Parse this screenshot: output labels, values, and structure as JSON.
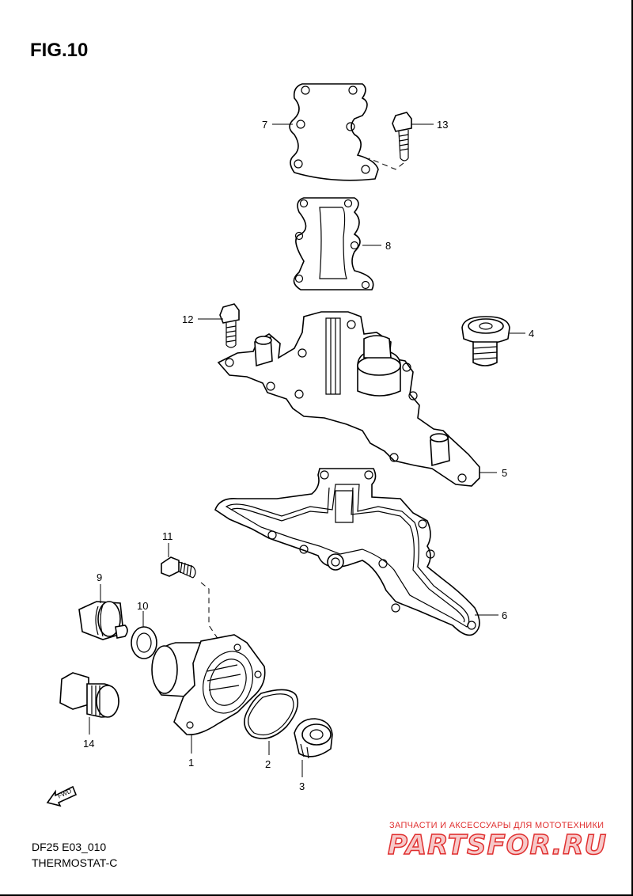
{
  "figure": {
    "title": "FIG.10",
    "code": "DF25 E03_010",
    "subtitle": "THERMOSTAT-C"
  },
  "watermark": {
    "tagline": "ЗАПЧАСТИ И АКСЕССУАРЫ ДЛЯ МОТОТЕХНИКИ",
    "logo": "PARTSFOR.RU"
  },
  "fwd_label": "FWD",
  "callouts": [
    "1",
    "2",
    "3",
    "4",
    "5",
    "6",
    "7",
    "8",
    "9",
    "10",
    "11",
    "12",
    "13",
    "14"
  ],
  "colors": {
    "line": "#000000",
    "watermark": "#e03030"
  }
}
